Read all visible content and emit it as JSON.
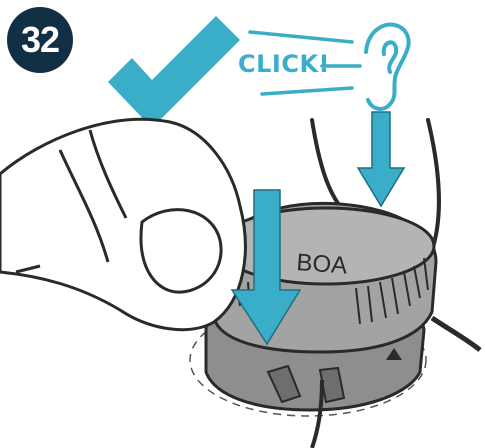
{
  "step": {
    "number": "32",
    "badge_color": "#123044"
  },
  "sound": {
    "label": "CLICK!",
    "accent_color": "#3aaec8"
  },
  "dial": {
    "logo_text": "BOA"
  },
  "icons": [
    "checkmark-icon",
    "ear-icon",
    "down-arrow-icon",
    "sound-lines-icon"
  ]
}
